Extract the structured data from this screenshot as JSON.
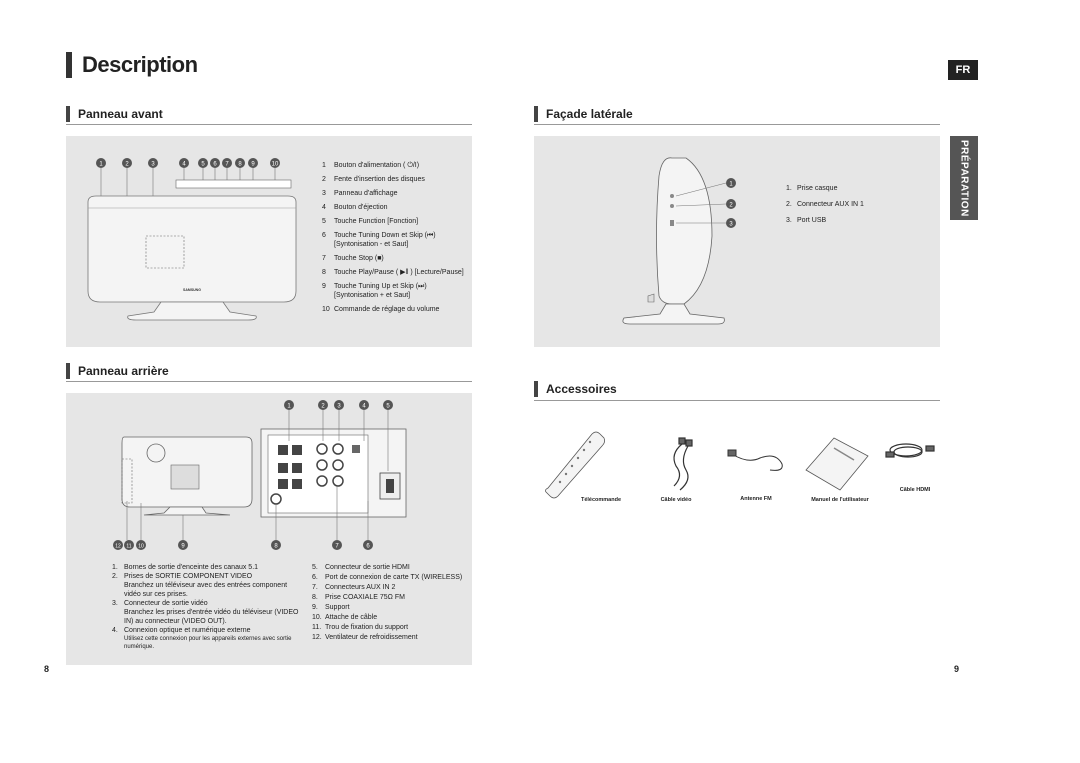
{
  "page": {
    "title": "Description",
    "lang_badge": "FR",
    "side_tab": "PRÉPARATION",
    "page_left": "8",
    "page_right": "9"
  },
  "front": {
    "heading": "Panneau avant",
    "callouts": [
      "1",
      "2",
      "3",
      "4",
      "5",
      "6",
      "7",
      "8",
      "9",
      "10"
    ],
    "items": [
      {
        "n": "1",
        "text": "Bouton d'alimentation ( ⏻/I)"
      },
      {
        "n": "2",
        "text": "Fente d'insertion des disques"
      },
      {
        "n": "3",
        "text": "Panneau d'affichage"
      },
      {
        "n": "4",
        "text": "Bouton d'éjection"
      },
      {
        "n": "5",
        "text": "Touche Function [Fonction]"
      },
      {
        "n": "6",
        "text": "Touche Tuning Down et Skip (⏮) [Syntonisation - et Saut]"
      },
      {
        "n": "7",
        "text": "Touche Stop (■)"
      },
      {
        "n": "8",
        "text": "Touche Play/Pause ( ▶‖ ) [Lecture/Pause]"
      },
      {
        "n": "9",
        "text": "Touche Tuning Up et Skip (⏭) [Syntonisation + et Saut]"
      },
      {
        "n": "10",
        "text": "Commande de réglage du volume"
      }
    ],
    "brand": "SAMSUNG"
  },
  "side": {
    "heading": "Façade latérale",
    "callouts": [
      "1",
      "2",
      "3"
    ],
    "items": [
      {
        "n": "1.",
        "text": "Prise casque"
      },
      {
        "n": "2.",
        "text": "Connecteur AUX IN 1"
      },
      {
        "n": "3.",
        "text": "Port USB"
      }
    ]
  },
  "rear": {
    "heading": "Panneau arrière",
    "top_callouts": [
      "1",
      "2",
      "3",
      "4",
      "5"
    ],
    "bottom_callouts": [
      "12",
      "11",
      "10",
      "9",
      "8",
      "7",
      "6"
    ],
    "col1": [
      {
        "n": "1.",
        "text": "Bornes de sortie d'enceinte des canaux 5.1"
      },
      {
        "n": "2.",
        "text": "Prises de SORTIE COMPONENT VIDEO"
      },
      {
        "n": "",
        "text": "Branchez un téléviseur avec des entrées component vidéo sur ces prises."
      },
      {
        "n": "3.",
        "text": "Connecteur de sortie vidéo"
      },
      {
        "n": "",
        "text": "Branchez les prises d'entrée vidéo du téléviseur (VIDEO IN) au connecteur (VIDEO OUT)."
      },
      {
        "n": "4.",
        "text": "Connexion optique et numérique externe"
      },
      {
        "n": "",
        "text": "Utilisez cette connexion pour les appareils externes avec sortie numérique."
      }
    ],
    "col2": [
      {
        "n": "5.",
        "text": "Connecteur de sortie HDMI"
      },
      {
        "n": "6.",
        "text": "Port de connexion de carte TX (WIRELESS)"
      },
      {
        "n": "7.",
        "text": "Connecteurs AUX IN 2"
      },
      {
        "n": "8.",
        "text": "Prise COAXIALE 75Ω FM"
      },
      {
        "n": "9.",
        "text": "Support"
      },
      {
        "n": "10.",
        "text": "Attache de câble"
      },
      {
        "n": "11.",
        "text": "Trou de fixation du support"
      },
      {
        "n": "12.",
        "text": "Ventilateur de refroidissement"
      }
    ]
  },
  "accessories": {
    "heading": "Accessoires",
    "items": [
      "Télécommande",
      "Câble vidéo",
      "Antenne FM",
      "Manuel de l'utilisateur",
      "Câble HDMI"
    ]
  }
}
